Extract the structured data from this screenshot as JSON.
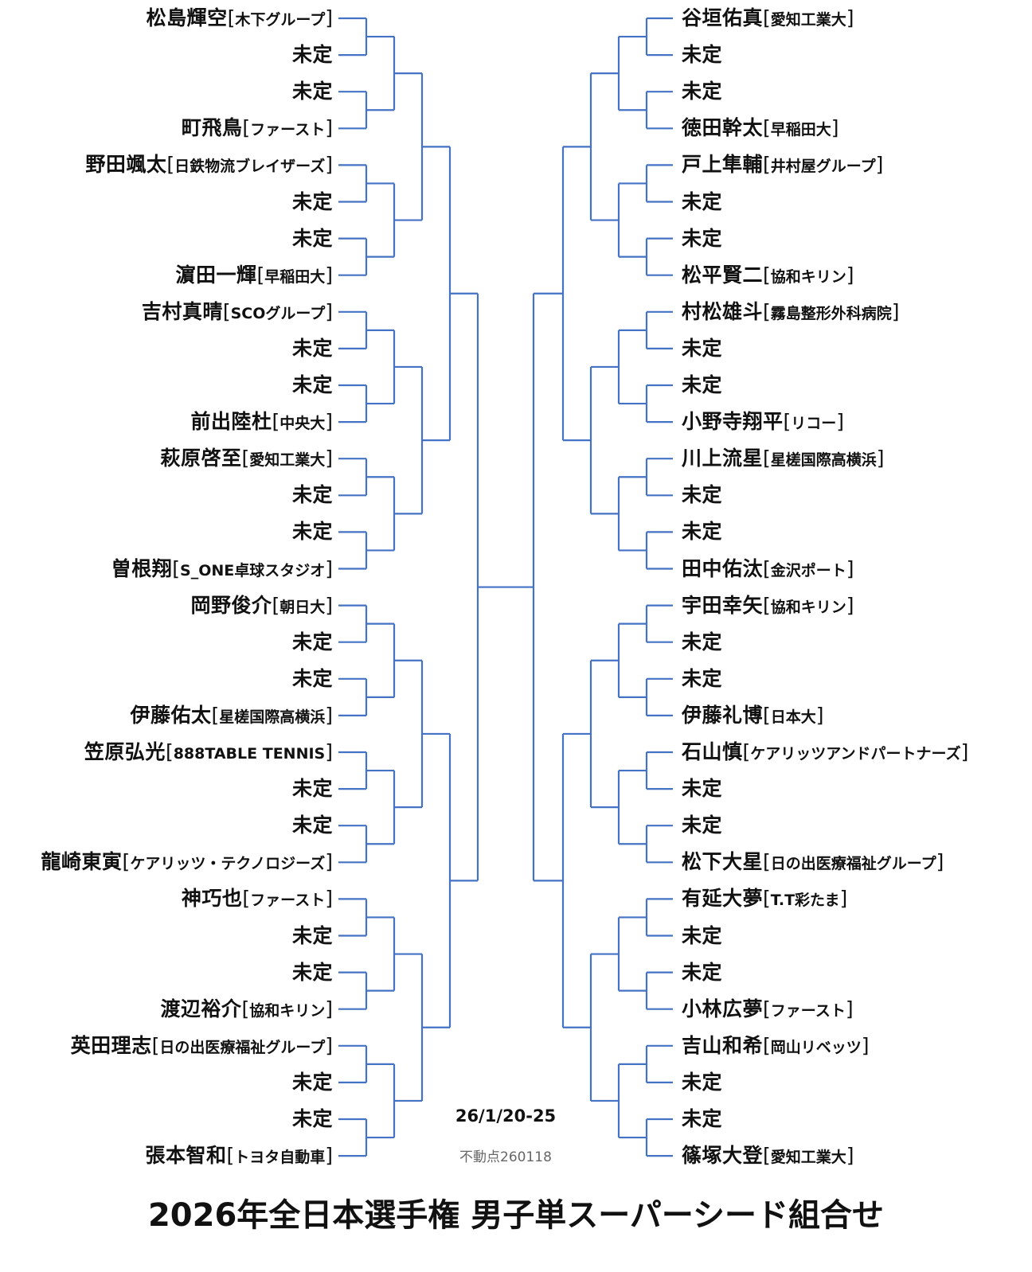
{
  "title": "2026年全日本選手権 男子単スーパーシード組合せ",
  "date": "26/1/20-25",
  "note": "不動点260118",
  "colors": {
    "line": "#4472c4",
    "text": "#111111"
  },
  "left": [
    {
      "name": "松島輝空",
      "team": "木下グループ"
    },
    {
      "name": "未定",
      "team": ""
    },
    {
      "name": "未定",
      "team": ""
    },
    {
      "name": "町飛鳥",
      "team": "ファースト"
    },
    {
      "name": "野田颯太",
      "team": "日鉄物流ブレイザーズ"
    },
    {
      "name": "未定",
      "team": ""
    },
    {
      "name": "未定",
      "team": ""
    },
    {
      "name": "濵田一輝",
      "team": "早稲田大"
    },
    {
      "name": "吉村真晴",
      "team": "SCOグループ"
    },
    {
      "name": "未定",
      "team": ""
    },
    {
      "name": "未定",
      "team": ""
    },
    {
      "name": "前出陸杜",
      "team": "中央大"
    },
    {
      "name": "萩原啓至",
      "team": "愛知工業大"
    },
    {
      "name": "未定",
      "team": ""
    },
    {
      "name": "未定",
      "team": ""
    },
    {
      "name": "曽根翔",
      "team": "S_ONE卓球スタジオ"
    },
    {
      "name": "岡野俊介",
      "team": "朝日大"
    },
    {
      "name": "未定",
      "team": ""
    },
    {
      "name": "未定",
      "team": ""
    },
    {
      "name": "伊藤佑太",
      "team": "星槎国際高横浜"
    },
    {
      "name": "笠原弘光",
      "team": "888TABLE TENNIS"
    },
    {
      "name": "未定",
      "team": ""
    },
    {
      "name": "未定",
      "team": ""
    },
    {
      "name": "龍崎東寅",
      "team": "ケアリッツ・テクノロジーズ"
    },
    {
      "name": "神巧也",
      "team": "ファースト"
    },
    {
      "name": "未定",
      "team": ""
    },
    {
      "name": "未定",
      "team": ""
    },
    {
      "name": "渡辺裕介",
      "team": "協和キリン"
    },
    {
      "name": "英田理志",
      "team": "日の出医療福祉グループ"
    },
    {
      "name": "未定",
      "team": ""
    },
    {
      "name": "未定",
      "team": ""
    },
    {
      "name": "張本智和",
      "team": "トヨタ自動車"
    }
  ],
  "right": [
    {
      "name": "谷垣佑真",
      "team": "愛知工業大"
    },
    {
      "name": "未定",
      "team": ""
    },
    {
      "name": "未定",
      "team": ""
    },
    {
      "name": "徳田幹太",
      "team": "早稲田大"
    },
    {
      "name": "戸上隼輔",
      "team": "井村屋グループ"
    },
    {
      "name": "未定",
      "team": ""
    },
    {
      "name": "未定",
      "team": ""
    },
    {
      "name": "松平賢二",
      "team": "協和キリン"
    },
    {
      "name": "村松雄斗",
      "team": "霧島整形外科病院"
    },
    {
      "name": "未定",
      "team": ""
    },
    {
      "name": "未定",
      "team": ""
    },
    {
      "name": "小野寺翔平",
      "team": "リコー"
    },
    {
      "name": "川上流星",
      "team": "星槎国際高横浜"
    },
    {
      "name": "未定",
      "team": ""
    },
    {
      "name": "未定",
      "team": ""
    },
    {
      "name": "田中佑汰",
      "team": "金沢ポート"
    },
    {
      "name": "宇田幸矢",
      "team": "協和キリン"
    },
    {
      "name": "未定",
      "team": ""
    },
    {
      "name": "未定",
      "team": ""
    },
    {
      "name": "伊藤礼博",
      "team": "日本大"
    },
    {
      "name": "石山慎",
      "team": "ケアリッツアンドパートナーズ"
    },
    {
      "name": "未定",
      "team": ""
    },
    {
      "name": "未定",
      "team": ""
    },
    {
      "name": "松下大星",
      "team": "日の出医療福祉グループ"
    },
    {
      "name": "有延大夢",
      "team": "T.T彩たま"
    },
    {
      "name": "未定",
      "team": ""
    },
    {
      "name": "未定",
      "team": ""
    },
    {
      "name": "小林広夢",
      "team": "ファースト"
    },
    {
      "name": "吉山和希",
      "team": "岡山リベッツ"
    },
    {
      "name": "未定",
      "team": ""
    },
    {
      "name": "未定",
      "team": ""
    },
    {
      "name": "篠塚大登",
      "team": "愛知工業大"
    }
  ]
}
